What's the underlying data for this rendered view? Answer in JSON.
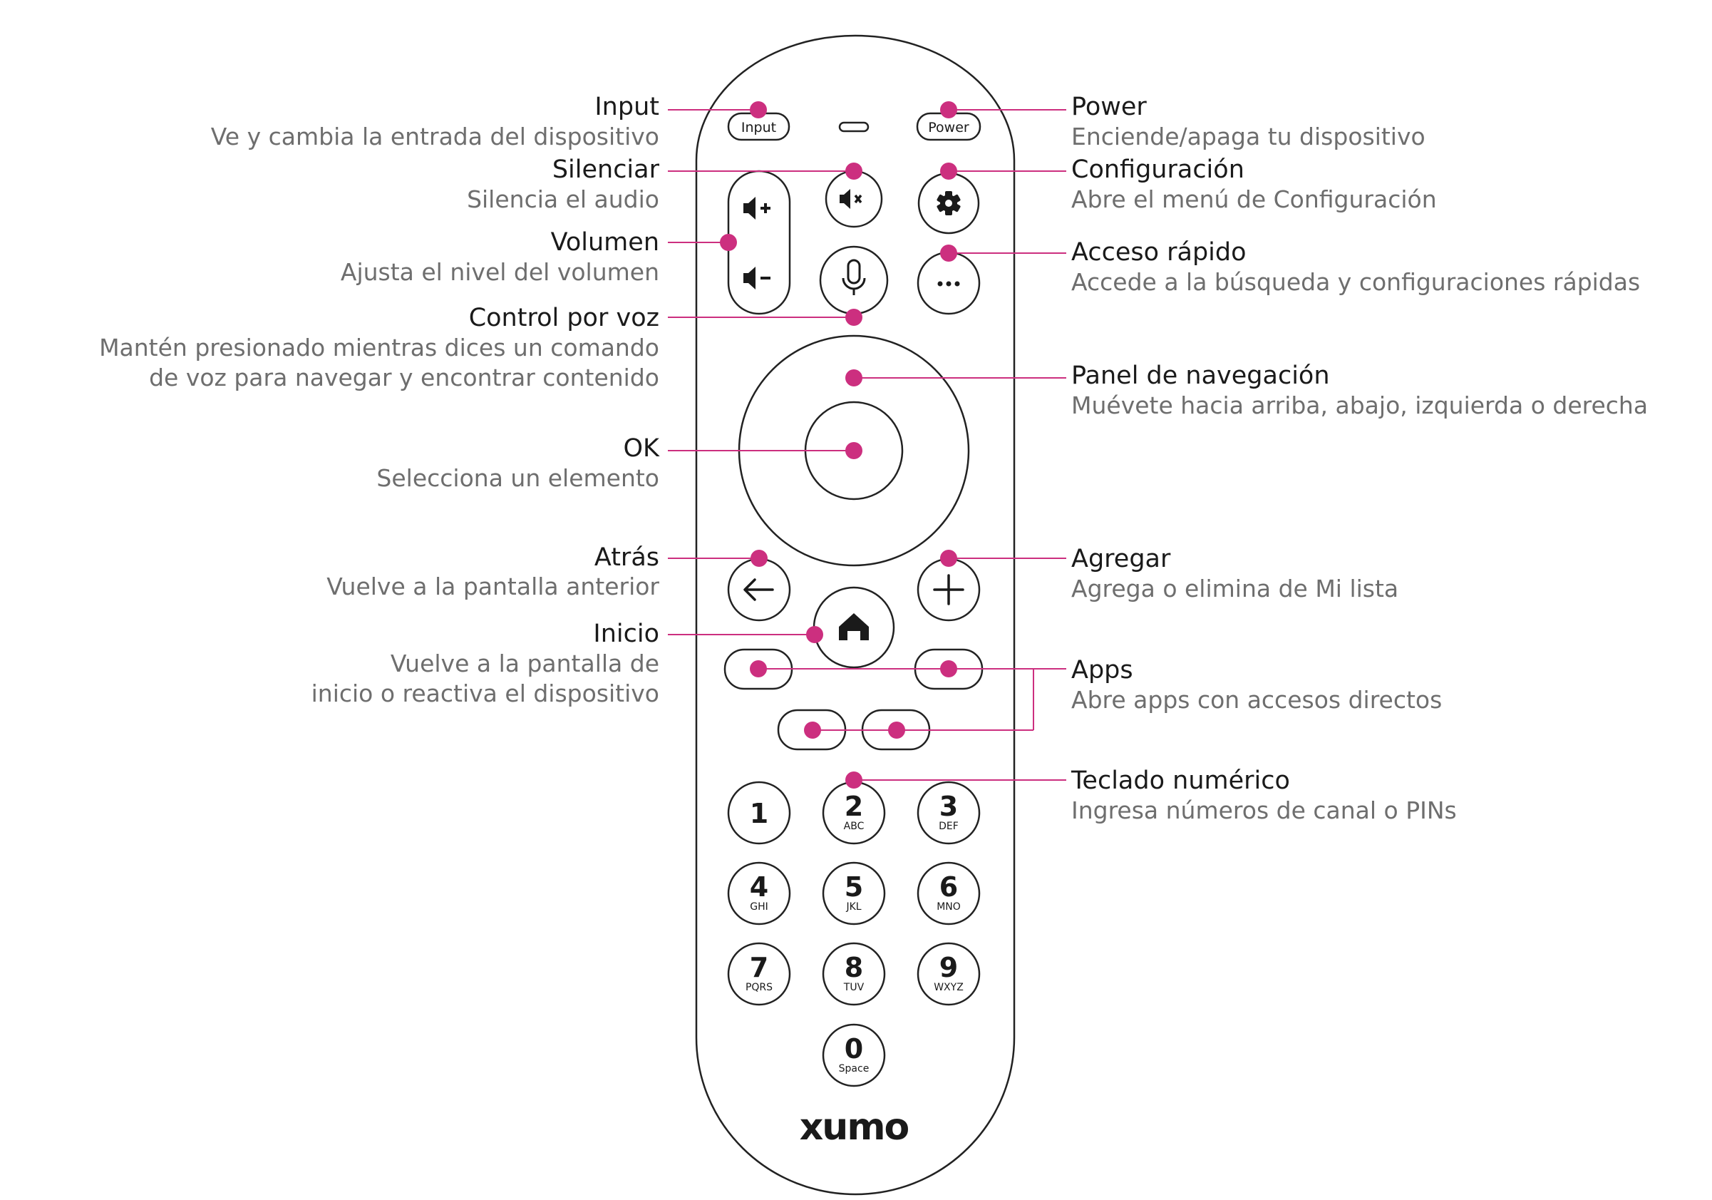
{
  "colors": {
    "accent": "#cc2f7f",
    "outline": "#222222",
    "title_text": "#1a1a1a",
    "desc_text": "#6e6e6e"
  },
  "remote": {
    "input_label": "Input",
    "power_label": "Power",
    "brand": "xumo",
    "keypad": [
      {
        "digit": "1",
        "letters": ""
      },
      {
        "digit": "2",
        "letters": "ABC"
      },
      {
        "digit": "3",
        "letters": "DEF"
      },
      {
        "digit": "4",
        "letters": "GHI"
      },
      {
        "digit": "5",
        "letters": "JKL"
      },
      {
        "digit": "6",
        "letters": "MNO"
      },
      {
        "digit": "7",
        "letters": "PQRS"
      },
      {
        "digit": "8",
        "letters": "TUV"
      },
      {
        "digit": "9",
        "letters": "WXYZ"
      },
      {
        "digit": "0",
        "letters": "Space"
      }
    ],
    "icons": [
      "volume-up-icon",
      "volume-down-icon",
      "mute-icon",
      "gear-icon",
      "microphone-icon",
      "more-icon",
      "back-arrow-icon",
      "home-icon",
      "plus-icon"
    ]
  },
  "callouts": {
    "left": [
      {
        "id": "input",
        "title": "Input",
        "desc": [
          "Ve y cambia la entrada del dispositivo"
        ]
      },
      {
        "id": "mute",
        "title": "Silenciar",
        "desc": [
          "Silencia el audio"
        ]
      },
      {
        "id": "volume",
        "title": "Volumen",
        "desc": [
          "Ajusta el nivel del volumen"
        ]
      },
      {
        "id": "voice",
        "title": "Control por voz",
        "desc": [
          "Mantén presionado mientras dices un comando",
          "de voz para navegar y encontrar contenido"
        ]
      },
      {
        "id": "ok",
        "title": "OK",
        "desc": [
          "Selecciona un elemento"
        ]
      },
      {
        "id": "back",
        "title": "Atrás",
        "desc": [
          "Vuelve a la pantalla anterior"
        ]
      },
      {
        "id": "home",
        "title": "Inicio",
        "desc": [
          "Vuelve a la pantalla de",
          "inicio o reactiva el dispositivo"
        ]
      }
    ],
    "right": [
      {
        "id": "power",
        "title": "Power",
        "desc": [
          "Enciende/apaga tu dispositivo"
        ]
      },
      {
        "id": "settings",
        "title": "Configuración",
        "desc": [
          "Abre el menú de Configuración"
        ]
      },
      {
        "id": "quick",
        "title": "Acceso rápido",
        "desc": [
          "Accede a la búsqueda y configuraciones rápidas"
        ]
      },
      {
        "id": "nav",
        "title": "Panel de navegación",
        "desc": [
          "Muévete hacia arriba, abajo, izquierda o derecha"
        ]
      },
      {
        "id": "add",
        "title": "Agregar",
        "desc": [
          "Agrega o elimina de Mi lista"
        ]
      },
      {
        "id": "apps",
        "title": "Apps",
        "desc": [
          "Abre apps con accesos directos"
        ]
      },
      {
        "id": "numpad",
        "title": "Teclado numérico",
        "desc": [
          "Ingresa números de canal o PINs"
        ]
      }
    ]
  }
}
